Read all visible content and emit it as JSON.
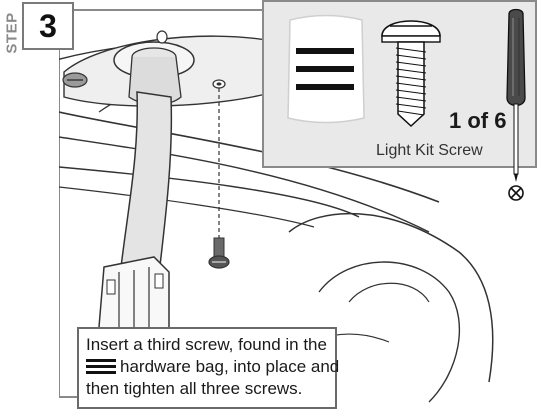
{
  "step": {
    "word": "STEP",
    "number": "3"
  },
  "inset": {
    "quantity": "1 of 6",
    "part_name": "Light Kit Screw"
  },
  "icons": {
    "bag": "hardware-bag-icon",
    "screw": "screw-icon",
    "screwdriver": "phillips-screwdriver-icon",
    "phillips": "phillips-head-icon"
  },
  "caption": {
    "line1": "Insert a third screw, found in the",
    "line2": "hardware bag, into place and",
    "line3": "then tighten all three screws."
  }
}
